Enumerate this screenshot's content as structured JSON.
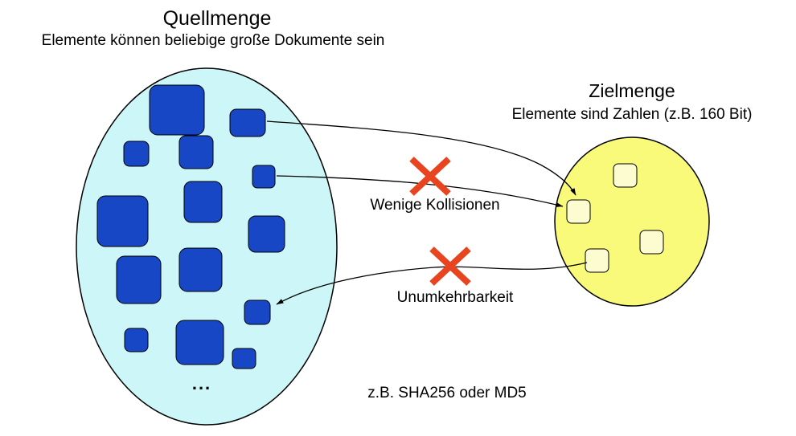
{
  "source_set": {
    "title": "Quellmenge",
    "subtitle": "Elemente können beliebige große Dokumente sein",
    "ellipsis": "..."
  },
  "target_set": {
    "title": "Zielmenge",
    "subtitle": "Elemente sind Zahlen (z.B. 160 Bit)"
  },
  "annotations": {
    "collisions_label": "Wenige Kollisionen",
    "irreversibility_label": "Unumkehrbarkeit",
    "example_label": "z.B. SHA256 oder MD5"
  },
  "colors": {
    "source_ellipse_fill": "#ccf6f8",
    "source_element_fill": "#1847c6",
    "target_ellipse_fill": "#f9f97a",
    "target_element_fill": "#fcfcd0",
    "cross": "#e8441f",
    "line": "#000000"
  }
}
